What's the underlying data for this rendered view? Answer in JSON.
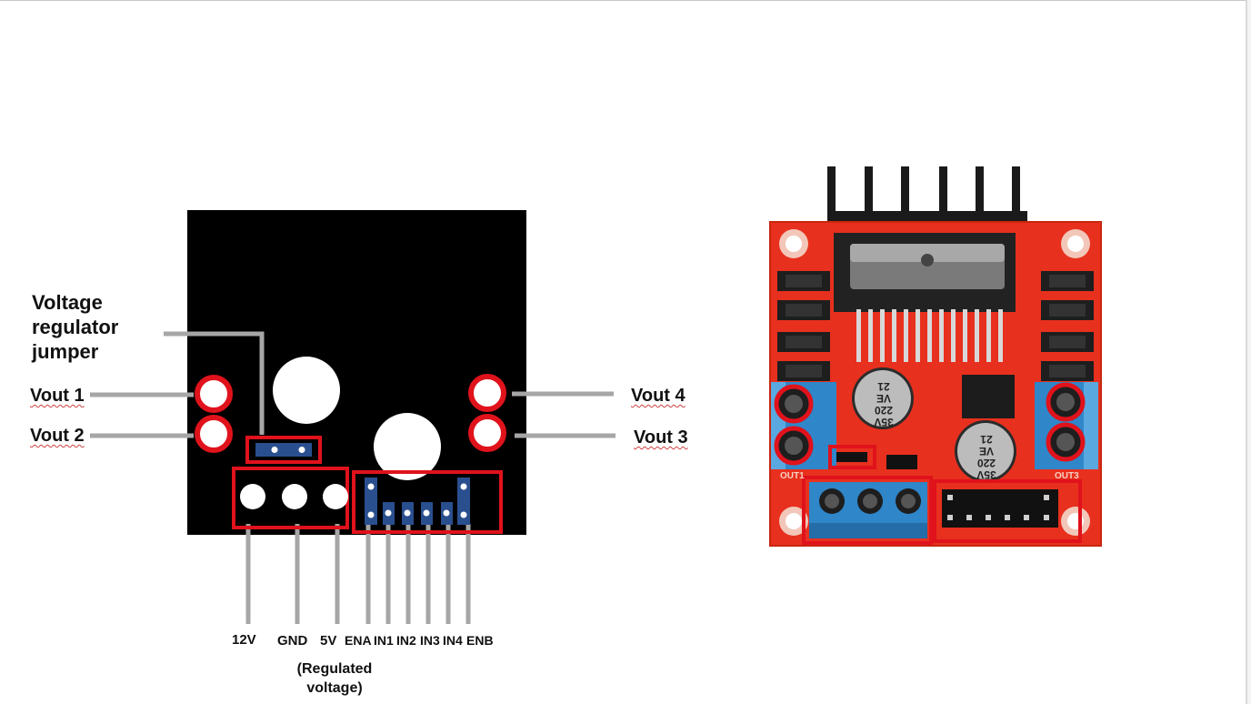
{
  "diagram": {
    "title_lines": [
      "Voltage",
      "regulator",
      "jumper"
    ],
    "left_labels": {
      "vout1": "Vout 1",
      "vout2": "Vout 2"
    },
    "right_labels": {
      "vout4": "Vout 4",
      "vout3": "Vout 3"
    },
    "bottom_pins": [
      {
        "id": "12v",
        "label": "12V"
      },
      {
        "id": "gnd",
        "label": "GND"
      },
      {
        "id": "5v",
        "label": "5V"
      },
      {
        "id": "ena",
        "label": "ENA"
      },
      {
        "id": "in1",
        "label": "IN1"
      },
      {
        "id": "in2",
        "label": "IN2"
      },
      {
        "id": "in3",
        "label": "IN3"
      },
      {
        "id": "in4",
        "label": "IN4"
      },
      {
        "id": "enb",
        "label": "ENB"
      }
    ],
    "regulated_note_lines": [
      "(Regulated",
      "voltage)"
    ],
    "colors": {
      "highlight": "#e0121b",
      "board_black": "#000000",
      "leader_grey": "#a6a6a6",
      "header_blue": "#2a4f8f",
      "pcb_red": "#e8301e",
      "terminal_blue": "#2f86c9"
    },
    "module": {
      "component_text": [
        "35V",
        "220",
        "VE",
        "21"
      ],
      "edge_labels": [
        "OUT1",
        "OUT3"
      ]
    }
  }
}
